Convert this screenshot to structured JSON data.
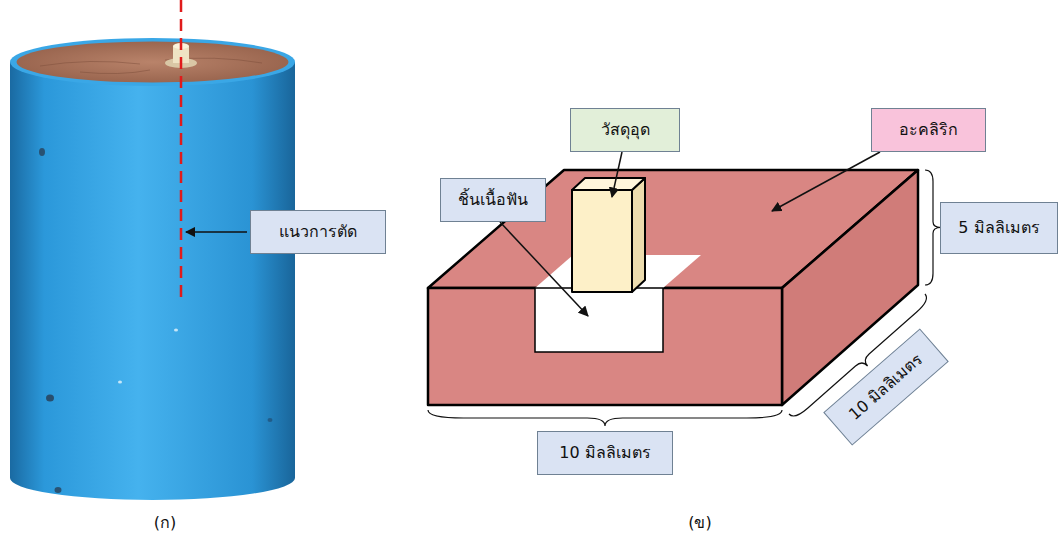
{
  "diagram": {
    "nodes": [
      {
        "text": [
          "แนวการตัด"
        ]
      },
      {
        "text": [
          "วัสดุอุด"
        ]
      },
      {
        "text": [
          "อะคลิริก"
        ]
      },
      {
        "text": [
          "ชิ้นเนื้อฟัน"
        ]
      },
      {
        "text": [
          "5 มิลลิเมตร"
        ]
      },
      {
        "text": [
          "10 มิลลิเมตร"
        ]
      },
      {
        "text": [
          "10 มิลลิเมตร"
        ]
      }
    ],
    "labels": [
      "(ก)",
      "(ข)"
    ]
  }
}
